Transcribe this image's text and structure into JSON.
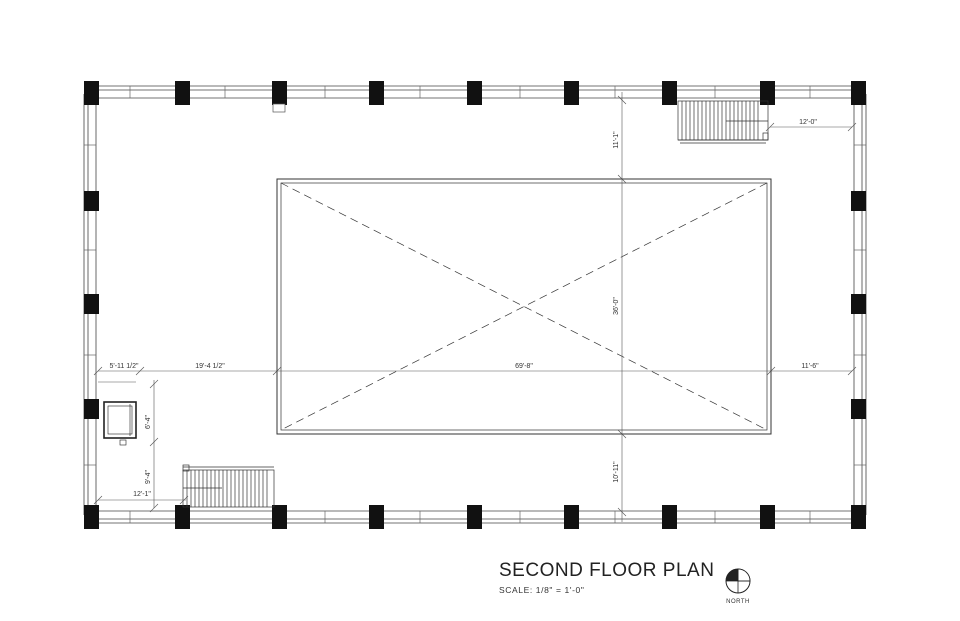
{
  "plan": {
    "title": "SECOND FLOOR PLAN",
    "scale": "SCALE: 1/8\" = 1'-0\"",
    "north_label": "NORTH"
  },
  "dimensions": {
    "stair_width_ne": "12'-0\"",
    "north_setback": "11'-1\"",
    "opening_depth": "36'-0\"",
    "south_setback": "10'-11\"",
    "west_wall_offset": "5'-11 1/2\"",
    "west_setback": "19'-4 1/2\"",
    "opening_width": "69'-8\"",
    "east_setback": "11'-6\"",
    "elevator_depth": "6'-4\"",
    "stair_offset_sw": "9'-4\"",
    "stair_width_sw": "12'-1\""
  }
}
